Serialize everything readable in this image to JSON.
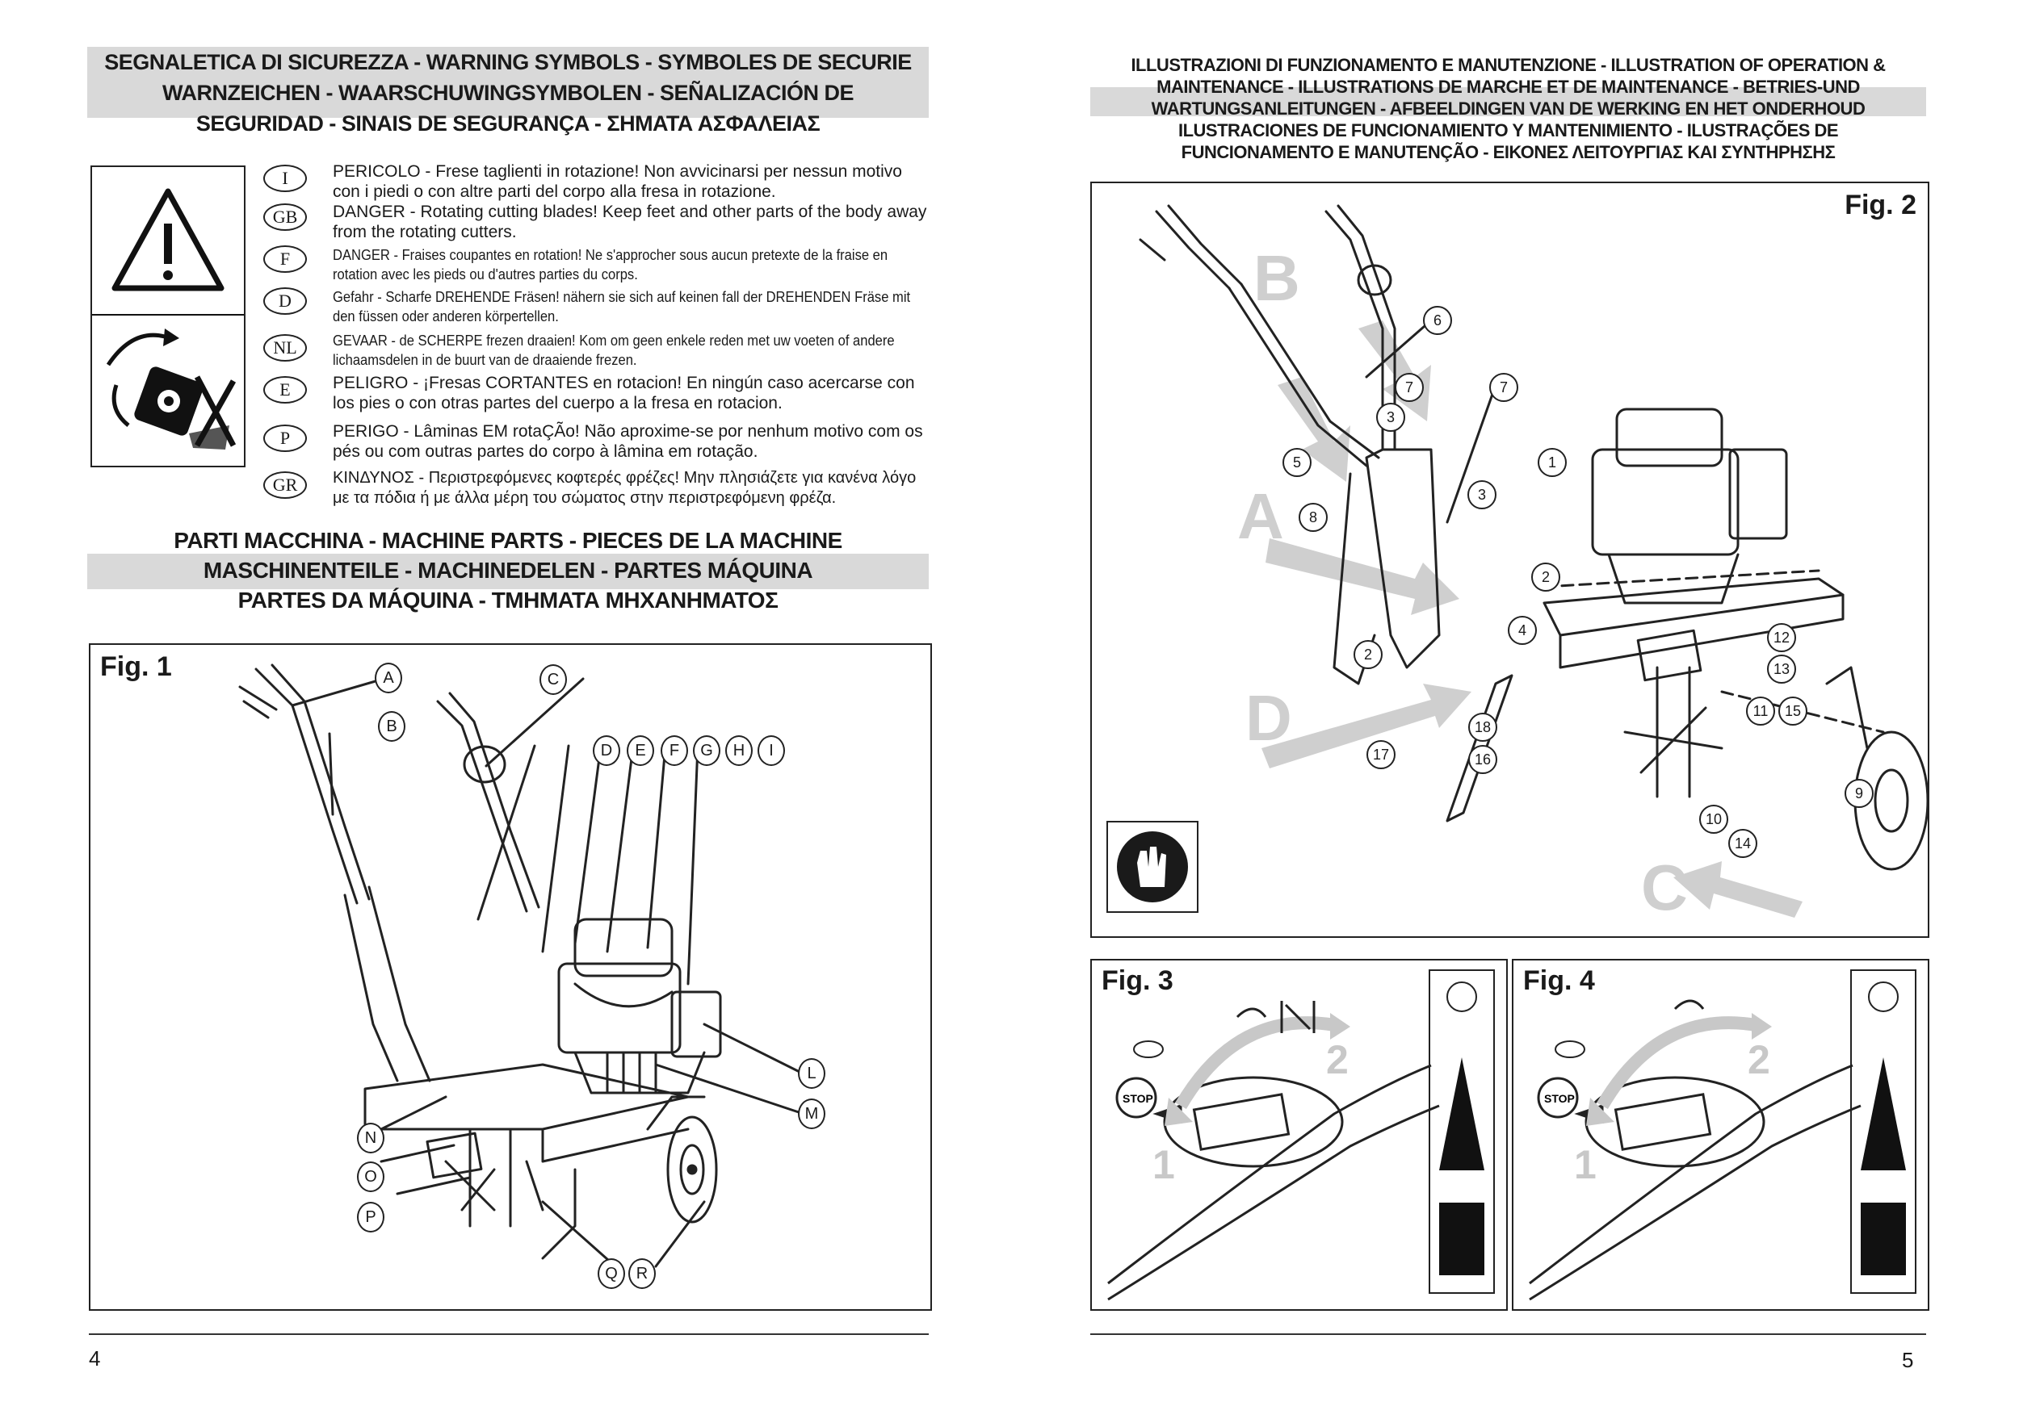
{
  "left_page": {
    "warning_heading": [
      "SEGNALETICA DI SICUREZZA - WARNING SYMBOLS - SYMBOLES DE SECURIE",
      "WARNZEICHEN - WAARSCHUWINGSYMBOLEN - SEÑALIZACIÓN DE",
      "SEGURIDAD - SINAIS DE SEGURANÇA - ΣΗΜΑΤΑ ΑΣΦΑΛΕΙΑΣ"
    ],
    "warnings": [
      {
        "code": "I",
        "text": "PERICOLO - Frese taglienti in rotazione! Non avvicinarsi per nessun motivo con i piedi o con altre parti del corpo alla fresa in rotazione."
      },
      {
        "code": "GB",
        "text": "DANGER - Rotating cutting blades! Keep feet and other parts of the body away from the rotating cutters."
      },
      {
        "code": "F",
        "text": "DANGER - Fraises coupantes en rotation! Ne s'approcher sous aucun pretexte de la fraise en rotation avec les pieds ou d'autres parties du corps."
      },
      {
        "code": "D",
        "text": "Gefahr - Scharfe DREHENDE Fräsen! nähern sie sich auf keinen fall der DREHENDEN Fräse mit den füssen oder anderen körpertellen."
      },
      {
        "code": "NL",
        "text": "GEVAAR - de SCHERPE frezen draaien! Kom om geen enkele reden met uw voeten of andere lichaamsdelen in de buurt van de draaiende frezen."
      },
      {
        "code": "E",
        "text": "PELIGRO - ¡Fresas CORTANTES en rotacion! En ningún caso acercarse con los pies o con otras partes del cuerpo a la fresa en rotacion."
      },
      {
        "code": "P",
        "text": "PERIGO - Lâminas EM rotaÇÃo! Não aproxime-se por nenhum motivo com os pés ou com outras partes do corpo à lâmina em rotação."
      },
      {
        "code": "GR",
        "text": "ΚΙΝΔΥΝΟΣ - Περιστρεφόμενες κοφτερές φρέζες! Μην πλησιάζετε για κανένα λόγο με τα πόδια ή με άλλα μέρη του σώματος στην περιστρεφόμενη φρέζα."
      }
    ],
    "parts_heading": [
      "PARTI MACCHINA - MACHINE PARTS - PIECES DE LA MACHINE",
      "MASCHINENTEILE - MACHINEDELEN - PARTES MÁQUINA",
      "PARTES DA MÁQUINA - ΤΜΗΜΑΤΑ ΜΗΧΑΝΗΜΑΤΟΣ"
    ],
    "fig1_title": "Fig. 1",
    "fig1_callouts": [
      "A",
      "B",
      "C",
      "D",
      "E",
      "F",
      "G",
      "H",
      "I",
      "L",
      "M",
      "N",
      "O",
      "P",
      "Q",
      "R"
    ],
    "page_number": "4"
  },
  "right_page": {
    "illus_heading": [
      "ILLUSTRAZIONI DI FUNZIONAMENTO E MANUTENZIONE - ILLUSTRATION OF OPERATION &",
      "MAINTENANCE - ILLUSTRATIONS DE MARCHE ET DE MAINTENANCE - BETRIES-UND",
      "WARTUNGSANLEITUNGEN - AFBEELDINGEN VAN DE WERKING EN HET ONDERHOUD",
      "ILUSTRACIONES DE FUNCIONAMIENTO Y MANTENIMIENTO - ILUSTRAÇÕES DE",
      "FUNCIONAMENTO E MANUTENÇÃO - ΕΙΚΟΝΕΣ ΛΕΙΤΟΥΡΓΙΑΣ ΚΑΙ ΣΥΝΤΗΡΗΣΗΣ"
    ],
    "fig2_title": "Fig. 2",
    "fig2_letters": [
      "A",
      "B",
      "C",
      "D"
    ],
    "fig2_callouts": [
      "1",
      "2",
      "2",
      "3",
      "3",
      "4",
      "5",
      "6",
      "7",
      "7",
      "8",
      "9",
      "10",
      "11",
      "12",
      "13",
      "14",
      "15",
      "16",
      "17",
      "18"
    ],
    "fig3_title": "Fig. 3",
    "fig4_title": "Fig. 4",
    "stop_label": "STOP",
    "lever_positions": [
      "1",
      "2"
    ],
    "page_number": "5"
  }
}
